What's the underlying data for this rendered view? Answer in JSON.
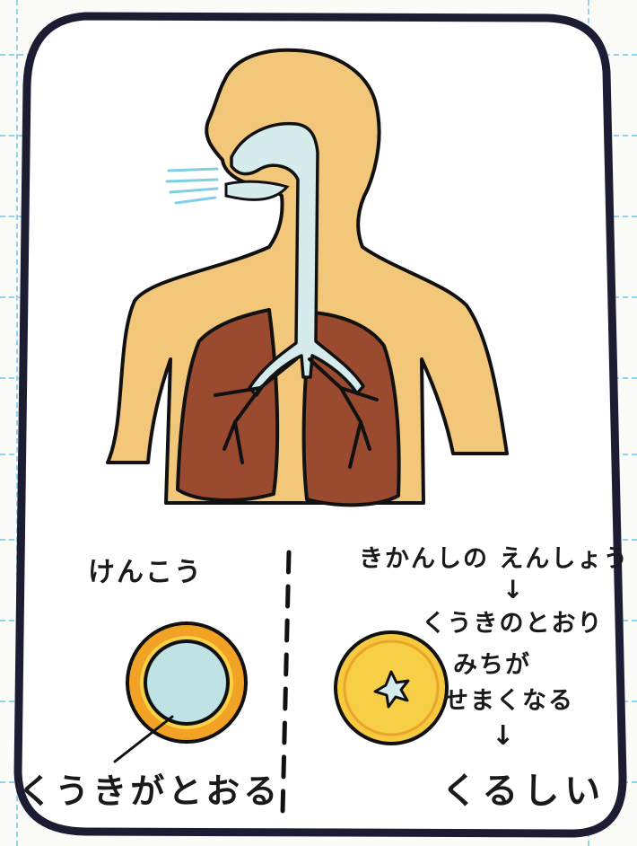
{
  "healthy": {
    "title": "けんこう",
    "caption": "くうきがとおる"
  },
  "asthma": {
    "title": "きかんしの えんしょう",
    "arrow": "↓",
    "lines": [
      "くうきのとおり",
      "みちが",
      "せまくなる"
    ],
    "arrow2": "↓",
    "result": "くるしい"
  },
  "colors": {
    "skin": "#f3c77a",
    "lung": "#9a4a2e",
    "airway": "#d6ecec",
    "outline": "#111111",
    "border": "#1c1d33",
    "ring": "#f2a326",
    "ring_inner": "#f7d245",
    "air_lumen": "#bfe3e4",
    "breath": "#7fd0e6"
  }
}
